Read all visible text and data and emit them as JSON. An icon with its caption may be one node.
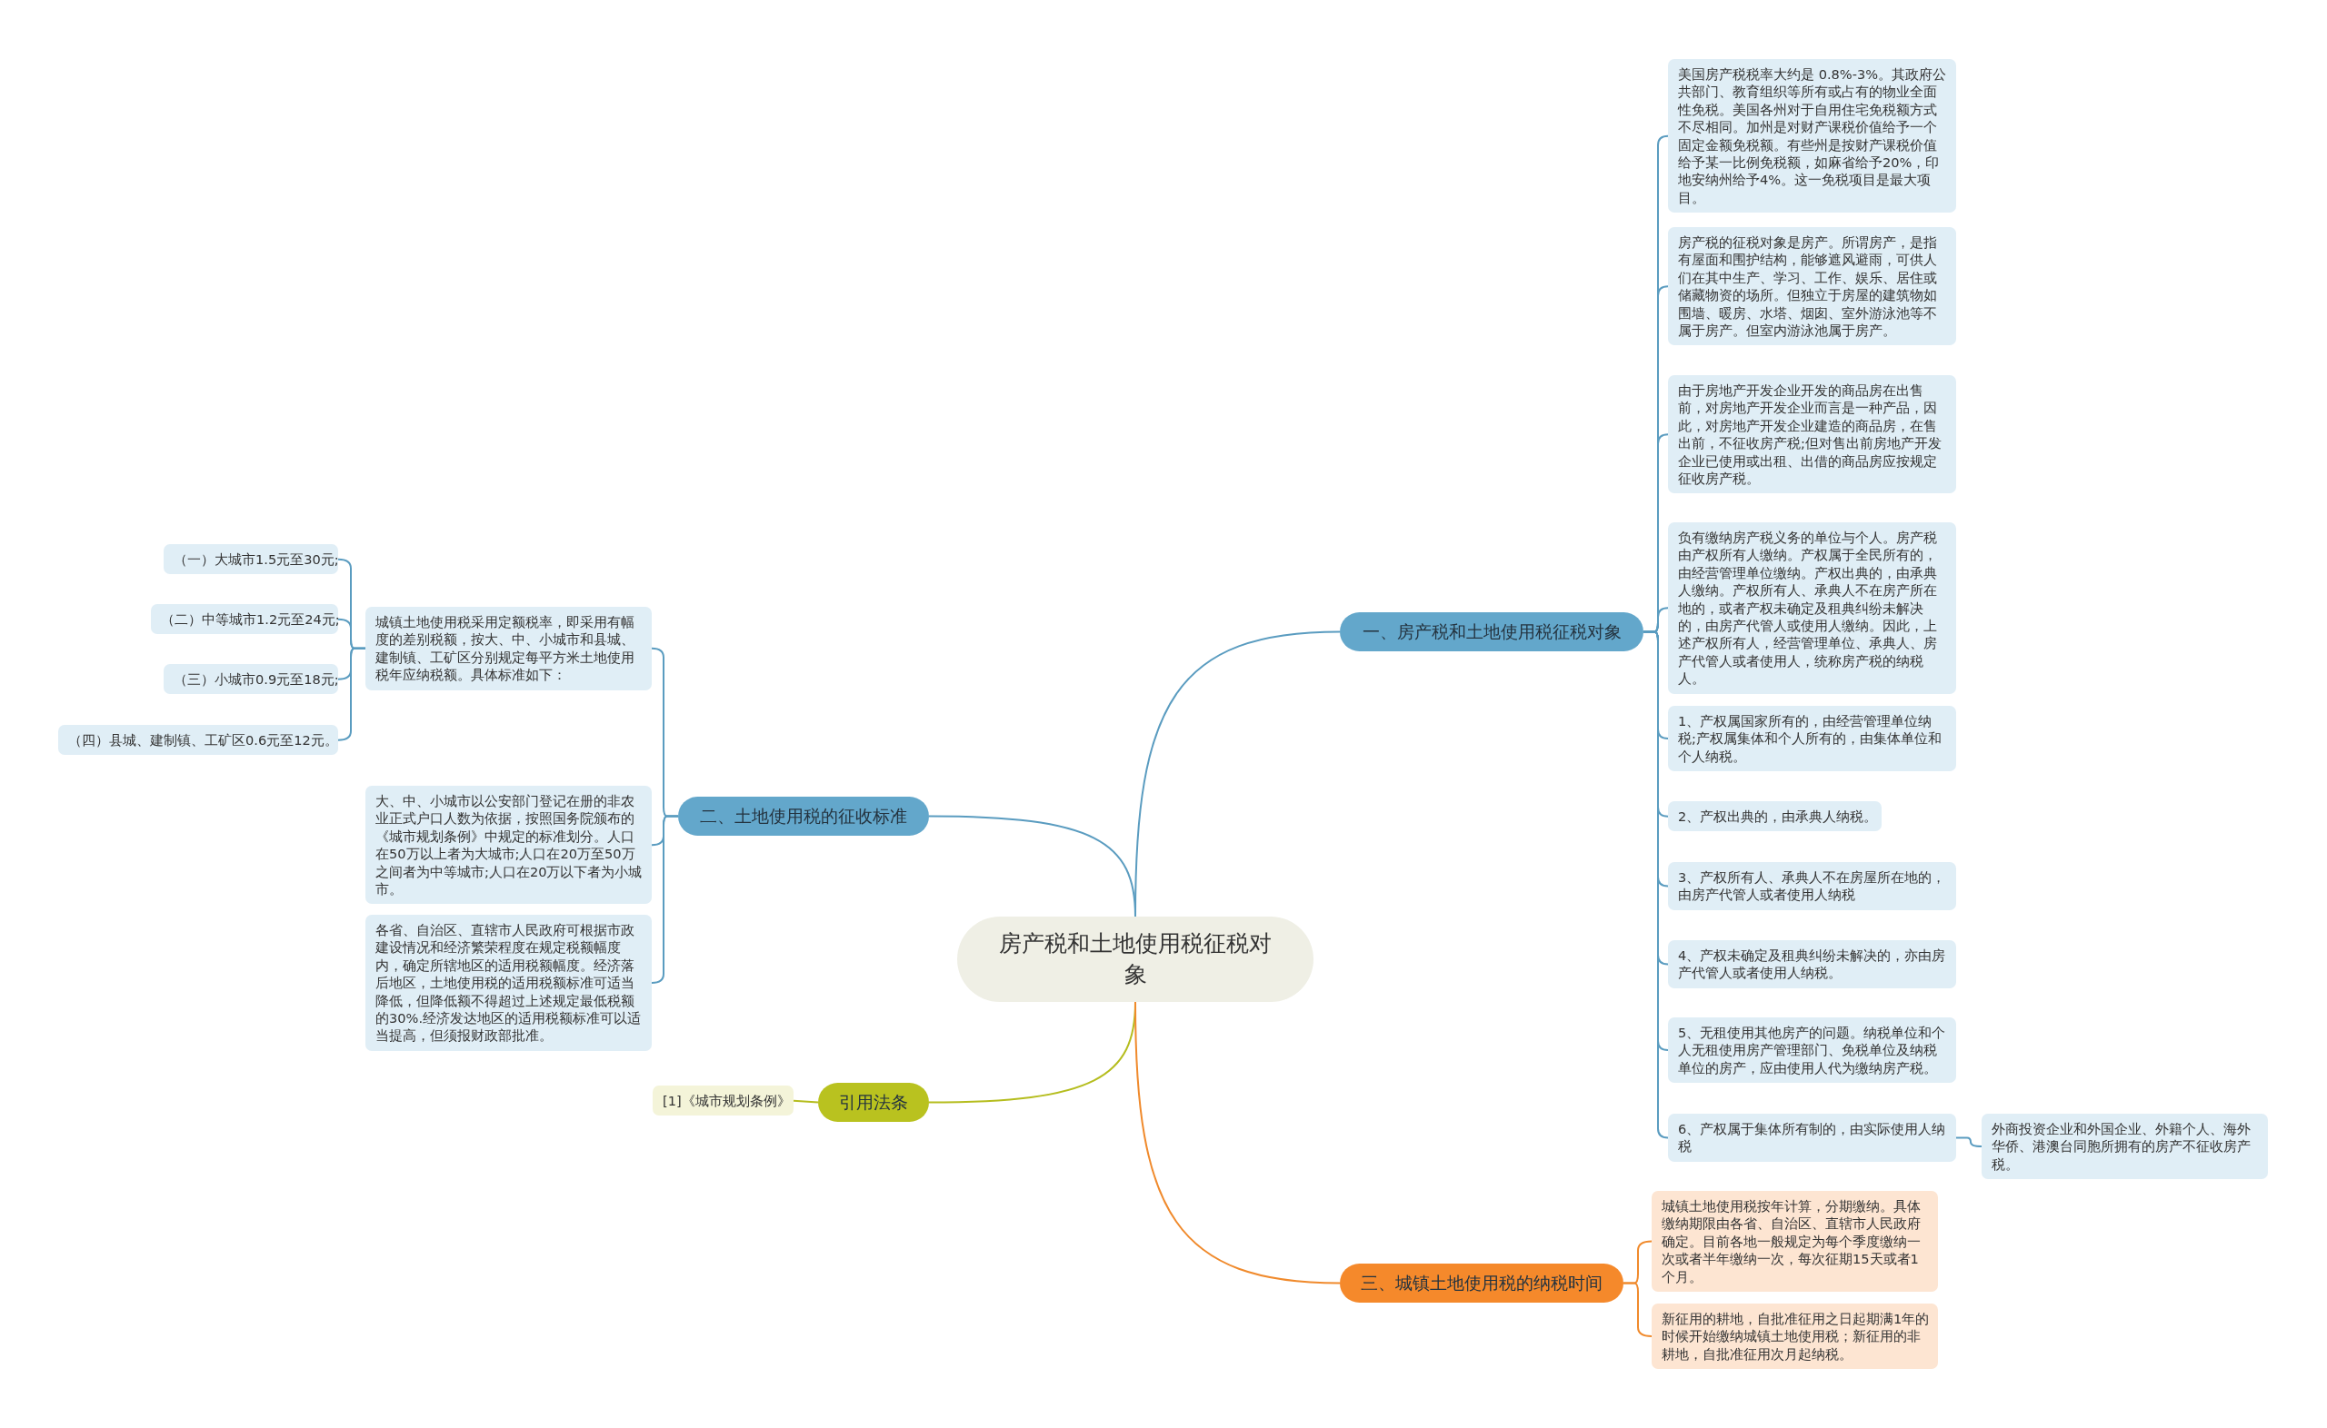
{
  "diagram": {
    "nodes": [
      {
        "text": [
          "房产税和土地使用税征税对象"
        ]
      },
      {
        "text": [
          "一、房产税和土地使用税征税对象"
        ]
      },
      {
        "text": [
          "美国房产税税率大约是 0.8%-3%。其政府公共部门、教育组织等所有或占有的物业全面性免税。美国各州对于自用住宅免税额方式不尽相同。加州是对财产课税价值给予一个固定金额免税额。有些州是按财产课税价值给予某一比例免税额，如麻省给予20%，印地安纳州给予4%。这一免税项目是最大项目。"
        ]
      },
      {
        "text": [
          "房产税的征税对象是房产。所谓房产，是指有屋面和围护结构，能够遮风避雨，可供人们在其中生产、学习、工作、娱乐、居住或储藏物资的场所。但独立于房屋的建筑物如围墙、暖房、水塔、烟囱、室外游泳池等不属于房产。但室内游泳池属于房产。"
        ]
      },
      {
        "text": [
          "由于房地产开发企业开发的商品房在出售前，对房地产开发企业而言是一种产品，因此，对房地产开发企业建造的商品房，在售出前，不征收房产税;但对售出前房地产开发企业已使用或出租、出借的商品房应按规定征收房产税。"
        ]
      },
      {
        "text": [
          "负有缴纳房产税义务的单位与个人。房产税由产权所有人缴纳。产权属于全民所有的，由经营管理单位缴纳。产权出典的，由承典人缴纳。产权所有人、承典人不在房产所在地的，或者产权未确定及租典纠纷未解决的，由房产代管人或使用人缴纳。因此，上述产权所有人，经营管理单位、承典人、房产代管人或者使用人，统称房产税的纳税人。"
        ]
      },
      {
        "text": [
          "1、产权属国家所有的，由经营管理单位纳税;产权属集体和个人所有的，由集体单位和个人纳税。"
        ]
      },
      {
        "text": [
          "2、产权出典的，由承典人纳税。"
        ]
      },
      {
        "text": [
          "3、产权所有人、承典人不在房屋所在地的，由房产代管人或者使用人纳税"
        ]
      },
      {
        "text": [
          "4、产权未确定及租典纠纷未解决的，亦由房产代管人或者使用人纳税。"
        ]
      },
      {
        "text": [
          "5、无租使用其他房产的问题。纳税单位和个人无租使用房产管理部门、免税单位及纳税单位的房产，应由使用人代为缴纳房产税。"
        ]
      },
      {
        "text": [
          "6、产权属于集体所有制的，由实际使用人纳税"
        ]
      },
      {
        "text": [
          "外商投资企业和外国企业、外籍个人、海外华侨、港澳台同胞所拥有的房产不征收房产税。"
        ]
      },
      {
        "text": [
          "三、城镇土地使用税的纳税时间"
        ]
      },
      {
        "text": [
          "城镇土地使用税按年计算，分期缴纳。具体缴纳期限由各省、自治区、直辖市人民政府确定。目前各地一般规定为每个季度缴纳一次或者半年缴纳一次，每次征期15天或者1个月。"
        ]
      },
      {
        "text": [
          "新征用的耕地，自批准征用之日起期满1年的时候开始缴纳城镇土地使用税；新征用的非耕地，自批准征用次月起纳税。"
        ]
      },
      {
        "text": [
          "二、土地使用税的征收标准"
        ]
      },
      {
        "text": [
          "城镇土地使用税采用定额税率，即采用有幅度的差别税额，按大、中、小城市和县城、建制镇、工矿区分别规定每平方米土地使用税年应纳税额。具体标准如下："
        ]
      },
      {
        "text": [
          "（一）大城市1.5元至30元;"
        ]
      },
      {
        "text": [
          "（二）中等城市1.2元至24元;"
        ]
      },
      {
        "text": [
          "（三）小城市0.9元至18元;"
        ]
      },
      {
        "text": [
          "（四）县城、建制镇、工矿区0.6元至12元。"
        ]
      },
      {
        "text": [
          "大、中、小城市以公安部门登记在册的非农业正式户口人数为依据，按照国务院颁布的《城市规划条例》中规定的标准划分。人口在50万以上者为大城市;人口在20万至50万之间者为中等城市;人口在20万以下者为小城市。"
        ]
      },
      {
        "text": [
          "各省、自治区、直辖市人民政府可根据市政建设情况和经济繁荣程度在规定税额幅度内，确定所辖地区的适用税额幅度。经济落后地区，土地使用税的适用税额标准可适当降低，但降低额不得超过上述规定最低税额的30%.经济发达地区的适用税额标准可以适当提高，但须报财政部批准。"
        ]
      },
      {
        "text": [
          "引用法条"
        ]
      },
      {
        "text": [
          "[1]《城市规划条例》"
        ]
      }
    ],
    "edges": [
      {
        "from": 0,
        "to": 1,
        "arrow": "none"
      },
      {
        "from": 0,
        "to": 16,
        "arrow": "none"
      },
      {
        "from": 0,
        "to": 24,
        "arrow": "none",
        "color": "#b5bd1e"
      },
      {
        "from": 0,
        "to": 13,
        "arrow": "none",
        "color": "#f08a2c"
      },
      {
        "from": 1,
        "to": 2,
        "arrow": "none"
      },
      {
        "from": 1,
        "to": 3,
        "arrow": "none"
      },
      {
        "from": 1,
        "to": 4,
        "arrow": "none"
      },
      {
        "from": 1,
        "to": 5,
        "arrow": "none"
      },
      {
        "from": 1,
        "to": 6,
        "arrow": "none"
      },
      {
        "from": 1,
        "to": 7,
        "arrow": "none"
      },
      {
        "from": 1,
        "to": 8,
        "arrow": "none"
      },
      {
        "from": 1,
        "to": 9,
        "arrow": "none"
      },
      {
        "from": 1,
        "to": 10,
        "arrow": "none"
      },
      {
        "from": 1,
        "to": 11,
        "arrow": "none"
      },
      {
        "from": 11,
        "to": 12,
        "arrow": "none"
      },
      {
        "from": 13,
        "to": 14,
        "arrow": "none",
        "color": "#f08a2c"
      },
      {
        "from": 13,
        "to": 15,
        "arrow": "none",
        "color": "#f08a2c"
      },
      {
        "from": 16,
        "to": 17,
        "arrow": "none"
      },
      {
        "from": 16,
        "to": 22,
        "arrow": "none"
      },
      {
        "from": 16,
        "to": 23,
        "arrow": "none"
      },
      {
        "from": 17,
        "to": 18,
        "arrow": "none"
      },
      {
        "from": 17,
        "to": 19,
        "arrow": "none"
      },
      {
        "from": 17,
        "to": 20,
        "arrow": "none"
      },
      {
        "from": 17,
        "to": 21,
        "arrow": "none"
      },
      {
        "from": 24,
        "to": 25,
        "arrow": "none",
        "color": "#b5bd1e"
      }
    ]
  }
}
